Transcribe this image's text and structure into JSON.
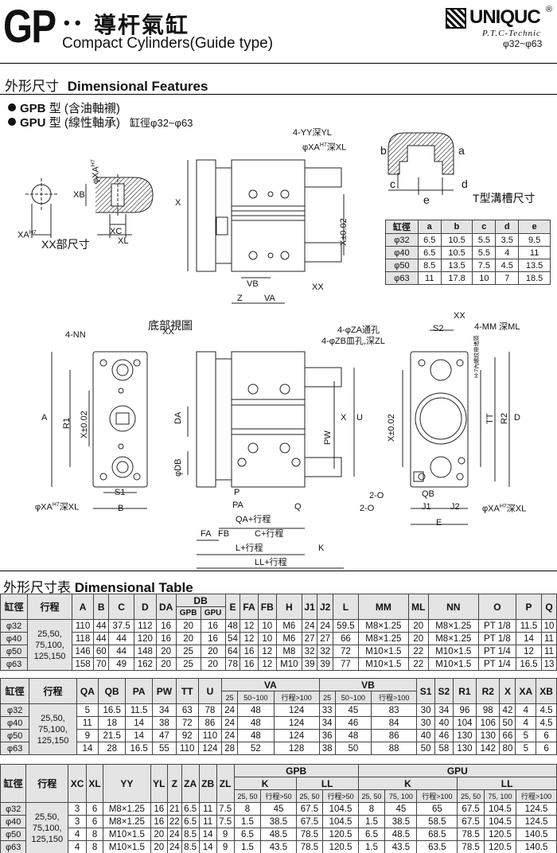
{
  "header": {
    "series": "GP",
    "dots": "• •",
    "title_zh": "導杆氣缸",
    "title_en": "Compact Cylinders(Guide type)",
    "logo_text": "UNIQUC",
    "logo_reg": "®",
    "logo_sub": "P.T.C-Technic",
    "bore_range": "φ32~φ63"
  },
  "features": {
    "title_zh": "外形尺寸",
    "title_en": "Dimensional Features",
    "bullet1_code": "GPB",
    "bullet1_text": "型 (含油軸襯)",
    "bullet2_code": "GPU",
    "bullet2_text": "型 (線性軸承)",
    "bullet2_bore": "缸徑φ32~φ63"
  },
  "labels": {
    "xx_section": "XX部尺寸",
    "bottom_view": "底部視圖",
    "t_slot": "T型溝槽尺寸",
    "yy": "4-YY深YL",
    "xa_top": "φXA",
    "xa_top_sup": "H7",
    "xa_top_suf": "深XL",
    "xb": "XB",
    "xa_dot": "φXA",
    "xa_dot_sup": "H7",
    "xa_left": "XA",
    "xa_left_sup": "H7",
    "xc": "XC",
    "xl": "XL",
    "x": "X",
    "x002": "X±0.02",
    "vb": "VB",
    "z": "Z",
    "va": "VA",
    "xx1": "XX",
    "xx2": "XX",
    "xx3": "XX",
    "nn": "4-NN",
    "a": "A",
    "r1": "R1",
    "x002b": "X±0.02",
    "xa_deep": "φXA",
    "xa_deep_sup": "H7",
    "xa_deep_suf": "深XL",
    "s1": "S1",
    "b": "B",
    "za": "4-φZA通孔",
    "zb": "4-φZB皿孔,深ZL",
    "da": "DA",
    "db": "φDB",
    "x_mid": "X",
    "u": "U",
    "pw": "PW",
    "p": "P",
    "pa": "PA",
    "qa": "QA+行程",
    "q": "Q",
    "fa": "FA",
    "fb": "FB",
    "c": "C+行程",
    "l": "L+行程",
    "k": "K",
    "ll": "LL+行程",
    "o1": "2-O",
    "o2": "2-O",
    "s2": "S2",
    "mm": "4-MM 深ML",
    "cushion": "H-7內螺紋帶堵頭",
    "x002c": "X±0.02",
    "tt": "TT",
    "r2": "R2",
    "d": "D",
    "qb": "QB",
    "j1": "J1",
    "j2": "J2",
    "e": "E",
    "xa_r": "φXA",
    "xa_r_sup": "H7",
    "xa_r_suf": "深XL",
    "tb": "b",
    "ta": "a",
    "tc": "c",
    "td": "d",
    "te": "e"
  },
  "tslot_table": {
    "headers": [
      "缸徑",
      "a",
      "b",
      "c",
      "d",
      "e"
    ],
    "rows": [
      [
        "φ32",
        "6.5",
        "10.5",
        "5.5",
        "3.5",
        "9.5"
      ],
      [
        "φ40",
        "6.5",
        "10.5",
        "5.5",
        "4",
        "11"
      ],
      [
        "φ50",
        "8.5",
        "13.5",
        "7.5",
        "4.5",
        "13.5"
      ],
      [
        "φ63",
        "11",
        "17.8",
        "10",
        "7",
        "18.5"
      ]
    ]
  },
  "dim_table": {
    "title_zh": "外形尺寸表",
    "title_en": "Dimensional Table",
    "stroke_col": "25,50,\n75,100,\n125,150",
    "t1": {
      "h_bore": "缸徑",
      "h_stroke": "行程",
      "headers": [
        "A",
        "B",
        "C",
        "D",
        "DA"
      ],
      "db": "DB",
      "db_sub": [
        "GPB",
        "GPU"
      ],
      "headers2": [
        "E",
        "FA",
        "FB",
        "H",
        "J1",
        "J2",
        "L",
        "MM",
        "ML",
        "NN",
        "O",
        "P",
        "Q"
      ],
      "rows": [
        {
          "bore": "φ32",
          "v1": [
            "110",
            "44",
            "37.5",
            "112",
            "16"
          ],
          "db": [
            "20",
            "16"
          ],
          "v2": [
            "48",
            "12",
            "10",
            "M6",
            "24",
            "24",
            "59.5",
            "M8×1.25",
            "20",
            "M8×1.25",
            "PT 1/8",
            "11.5",
            "10"
          ]
        },
        {
          "bore": "φ40",
          "v1": [
            "118",
            "44",
            "44",
            "120",
            "16"
          ],
          "db": [
            "20",
            "16"
          ],
          "v2": [
            "54",
            "12",
            "10",
            "M6",
            "27",
            "27",
            "66",
            "M8×1.25",
            "20",
            "M8×1.25",
            "PT 1/8",
            "14",
            "11"
          ]
        },
        {
          "bore": "φ50",
          "v1": [
            "146",
            "60",
            "44",
            "148",
            "20"
          ],
          "db": [
            "25",
            "20"
          ],
          "v2": [
            "64",
            "16",
            "12",
            "M8",
            "32",
            "32",
            "72",
            "M10×1.5",
            "22",
            "M10×1.5",
            "PT 1/4",
            "12",
            "11"
          ]
        },
        {
          "bore": "φ63",
          "v1": [
            "158",
            "70",
            "49",
            "162",
            "20"
          ],
          "db": [
            "25",
            "20"
          ],
          "v2": [
            "78",
            "16",
            "12",
            "M10",
            "39",
            "39",
            "77",
            "M10×1.5",
            "22",
            "M10×1.5",
            "PT 1/4",
            "16.5",
            "13"
          ]
        }
      ]
    },
    "t2": {
      "h_bore": "缸徑",
      "h_stroke": "行程",
      "headers": [
        "QA",
        "QB",
        "PA",
        "PW",
        "TT",
        "U"
      ],
      "va": "VA",
      "vb": "VB",
      "va_sub": [
        "25",
        "50~100",
        "行程>100"
      ],
      "vb_sub": [
        "25",
        "50~100",
        "行程>100"
      ],
      "headers2": [
        "S1",
        "S2",
        "R1",
        "R2",
        "X",
        "XA",
        "XB"
      ],
      "rows": [
        {
          "bore": "φ32",
          "v1": [
            "5",
            "16.5",
            "11.5",
            "34",
            "63",
            "78"
          ],
          "va": [
            "24",
            "48",
            "124"
          ],
          "vb": [
            "33",
            "45",
            "83"
          ],
          "v2": [
            "30",
            "34",
            "96",
            "98",
            "42",
            "4",
            "4.5"
          ]
        },
        {
          "bore": "φ40",
          "v1": [
            "11",
            "18",
            "14",
            "38",
            "72",
            "86"
          ],
          "va": [
            "24",
            "48",
            "124"
          ],
          "vb": [
            "34",
            "46",
            "84"
          ],
          "v2": [
            "30",
            "40",
            "104",
            "106",
            "50",
            "4",
            "4.5"
          ]
        },
        {
          "bore": "φ50",
          "v1": [
            "9",
            "21.5",
            "14",
            "47",
            "92",
            "110"
          ],
          "va": [
            "24",
            "48",
            "124"
          ],
          "vb": [
            "36",
            "48",
            "86"
          ],
          "v2": [
            "40",
            "46",
            "130",
            "130",
            "66",
            "5",
            "6"
          ]
        },
        {
          "bore": "φ63",
          "v1": [
            "14",
            "28",
            "16.5",
            "55",
            "110",
            "124"
          ],
          "va": [
            "28",
            "52",
            "128"
          ],
          "vb": [
            "38",
            "50",
            "88"
          ],
          "v2": [
            "50",
            "58",
            "130",
            "142",
            "80",
            "5",
            "6"
          ]
        }
      ]
    },
    "t3": {
      "h_bore": "缸徑",
      "h_stroke": "行程",
      "headers": [
        "XC",
        "XL",
        "YY",
        "YL",
        "Z",
        "ZA",
        "ZB",
        "ZL"
      ],
      "gpb": "GPB",
      "gpu": "GPU",
      "k": "K",
      "ll": "LL",
      "gpb_k_sub": [
        "25, 50",
        "行程>50"
      ],
      "gpb_ll_sub": [
        "25, 50",
        "行程>50"
      ],
      "gpu_k_sub": [
        "25, 50",
        "75, 100",
        "行程>100"
      ],
      "gpu_ll_sub": [
        "25, 50",
        "75, 100",
        "行程>100"
      ],
      "rows": [
        {
          "bore": "φ32",
          "v": [
            "3",
            "6",
            "M8×1.25",
            "16",
            "21",
            "6.5",
            "11",
            "7.5"
          ],
          "gpb": [
            "8",
            "45",
            "67.5",
            "104.5"
          ],
          "gpu": [
            "8",
            "45",
            "65",
            "67.5",
            "104.5",
            "124.5"
          ]
        },
        {
          "bore": "φ40",
          "v": [
            "3",
            "6",
            "M8×1.25",
            "16",
            "22",
            "6.5",
            "11",
            "7.5"
          ],
          "gpb": [
            "1.5",
            "38.5",
            "67.5",
            "104.5"
          ],
          "gpu": [
            "1.5",
            "38.5",
            "58.5",
            "67.5",
            "104.5",
            "124.5"
          ]
        },
        {
          "bore": "φ50",
          "v": [
            "4",
            "8",
            "M10×1.5",
            "20",
            "24",
            "8.5",
            "14",
            "9"
          ],
          "gpb": [
            "6.5",
            "48.5",
            "78.5",
            "120.5"
          ],
          "gpu": [
            "6.5",
            "48.5",
            "68.5",
            "78.5",
            "120.5",
            "140.5"
          ]
        },
        {
          "bore": "φ63",
          "v": [
            "4",
            "8",
            "M10×1.5",
            "20",
            "24",
            "8.5",
            "14",
            "9"
          ],
          "gpb": [
            "1.5",
            "43.5",
            "78.5",
            "120.5"
          ],
          "gpu": [
            "1.5",
            "43.5",
            "63.5",
            "78.5",
            "120.5",
            "140.5"
          ]
        }
      ]
    }
  }
}
